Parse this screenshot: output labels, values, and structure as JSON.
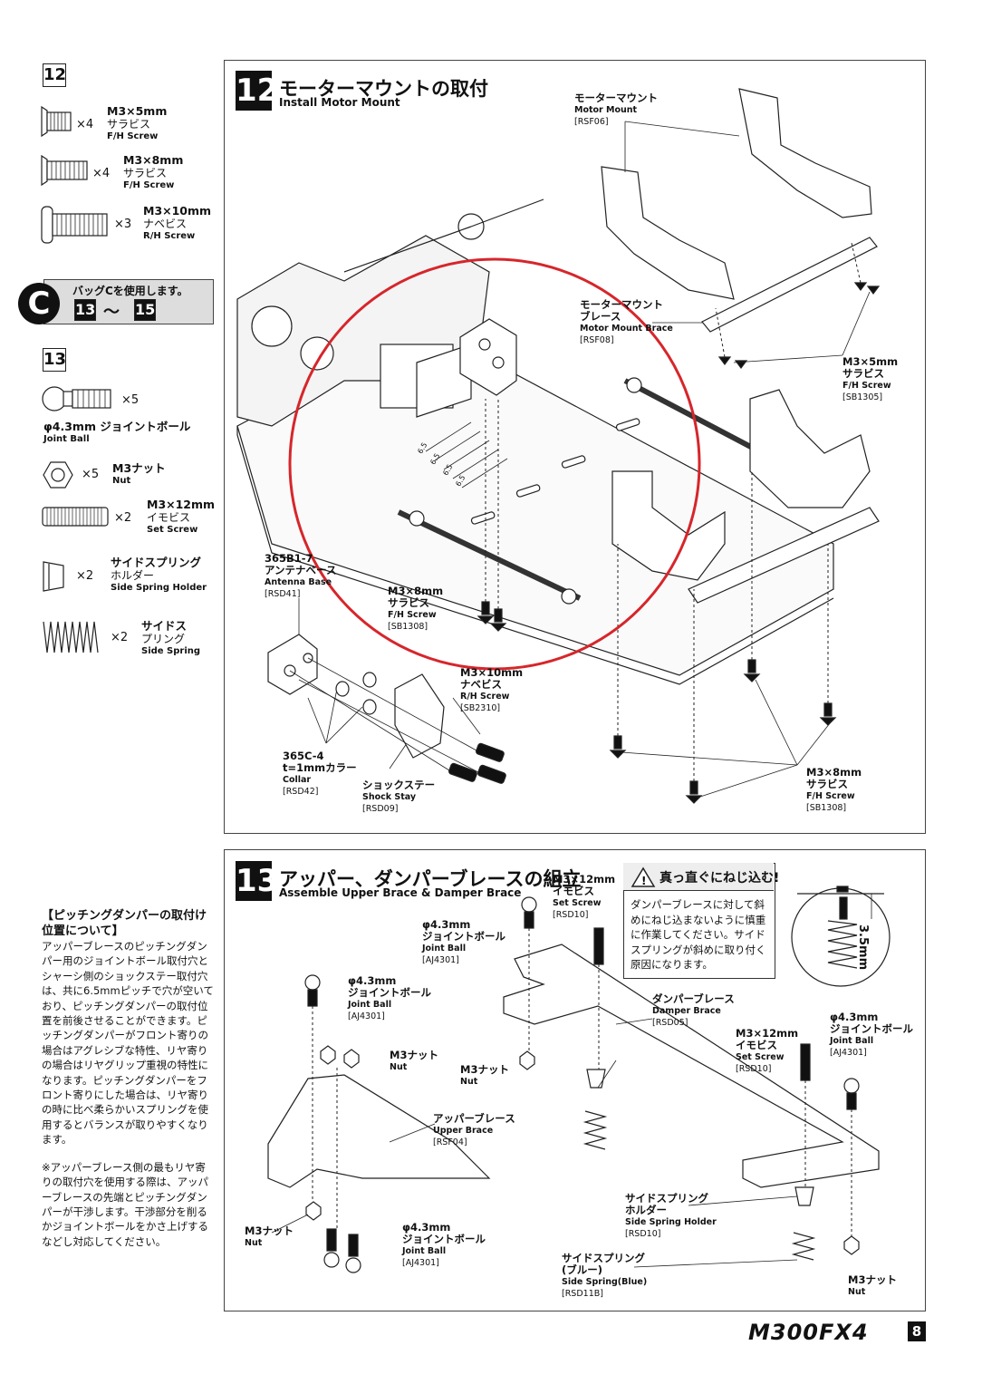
{
  "sidebar": {
    "step12_num": "12",
    "step13_num": "13",
    "parts12": [
      {
        "name": "M3×5mm",
        "jp": "サラビス",
        "en": "F/H Screw",
        "qty": "×4"
      },
      {
        "name": "M3×8mm",
        "jp": "サラビス",
        "en": "F/H Screw",
        "qty": "×4"
      },
      {
        "name": "M3×10mm",
        "jp": "ナベビス",
        "en": "R/H Screw",
        "qty": "×3"
      }
    ],
    "bag": {
      "letter": "C",
      "text": "バッグCを使用します。",
      "from": "13",
      "sep": "〜",
      "to": "15"
    },
    "parts13": [
      {
        "name": "φ4.3mm ジョイントボール",
        "en": "Joint Ball",
        "qty": "×5"
      },
      {
        "name": "M3ナット",
        "en": "Nut",
        "qty": "×5"
      },
      {
        "name": "M3×12mm",
        "jp": "イモビス",
        "en": "Set Screw",
        "qty": "×2"
      },
      {
        "name": "サイドスプリング",
        "jp": "ホルダー",
        "en": "Side Spring Holder",
        "qty": "×2"
      },
      {
        "name": "サイドス",
        "jp": "プリング",
        "en": "Side Spring",
        "qty": "×2"
      }
    ],
    "note": {
      "title": "【ピッチングダンパーの取付け位置について】",
      "body": "アッパーブレースのピッチングダンパー用のジョイントボール取付穴とシャーシ側のショックステー取付穴は、共に6.5mmピッチで穴が空いており、ピッチングダンパーの取付位置を前後させることができます。ピッチングダンパーがフロント寄りの場合はアグレシブな特性、リヤ寄りの場合はリヤグリップ重視の特性になります。ピッチングダンパーをフロント寄りにした場合は、リヤ寄りの時に比べ柔らかいスプリングを使用するとバランスが取りやすくなります。",
      "body2": "※アッパーブレース側の最もリヤ寄りの取付穴を使用する際は、アッパーブレースの先端とピッチングダンパーが干渉します。干渉部分を削るかジョイントボールをかさ上げするなどし対応してください。"
    }
  },
  "step12": {
    "num": "12",
    "title": "モーターマウントの取付",
    "subtitle": "Install Motor Mount",
    "labels": {
      "motor_mount": {
        "jp": "モーターマウント",
        "en": "Motor Mount",
        "code": "[RSF06]"
      },
      "motor_mount_brace": {
        "jp": "モーターマウント",
        "jp2": "ブレース",
        "en": "Motor Mount Brace",
        "code": "[RSF08]"
      },
      "m3x5": {
        "jp": "M3×5mm",
        "jp2": "サラビス",
        "en": "F/H Screw",
        "code": "[SB1305]"
      },
      "antenna": {
        "jp": "365B1-7",
        "jp2": "アンテナベース",
        "en": "Antenna Base",
        "code": "[RSD41]"
      },
      "m3x8_a": {
        "jp": "M3×8mm",
        "jp2": "サラビス",
        "en": "F/H Screw",
        "code": "[SB1308]"
      },
      "m3x10": {
        "jp": "M3×10mm",
        "jp2": "ナベビス",
        "en": "R/H Screw",
        "code": "[SB2310]"
      },
      "collar": {
        "jp": "365C-4",
        "jp2": "t=1mmカラー",
        "en": "Collar",
        "code": "[RSD42]"
      },
      "shock_stay": {
        "jp": "ショックステー",
        "en": "Shock Stay",
        "code": "[RSD09]"
      },
      "m3x8_b": {
        "jp": "M3×8mm",
        "jp2": "サラビス",
        "en": "F/H Screw",
        "code": "[SB1308]"
      }
    },
    "pitch": "6.5"
  },
  "step13": {
    "num": "13",
    "title": "アッパー、ダンパーブレースの組立",
    "subtitle": "Assemble Upper Brace & Damper Brace",
    "warning": {
      "head": "真っ直ぐにねじ込む!",
      "body": "ダンパーブレースに対して斜めにねじ込まないように慎重に作業してください。サイドスプリングが斜めに取り付く原因になります。"
    },
    "dim": "3.5mm",
    "labels": {
      "set_screw_a": {
        "jp": "M3×12mm",
        "jp2": "イモビス",
        "en": "Set Screw",
        "code": "[RSD10]"
      },
      "ball_a": {
        "jp": "φ4.3mm",
        "jp2": "ジョイントボール",
        "en": "Joint Ball",
        "code": "[AJ4301]"
      },
      "ball_b": {
        "jp": "φ4.3mm",
        "jp2": "ジョイントボール",
        "en": "Joint Ball",
        "code": "[AJ4301]"
      },
      "nut_a": {
        "jp": "M3ナット",
        "en": "Nut"
      },
      "nut_b": {
        "jp": "M3ナット",
        "en": "Nut"
      },
      "damper_brace": {
        "jp": "ダンパーブレース",
        "en": "Damper Brace",
        "code": "[RSD05]"
      },
      "set_screw_b": {
        "jp": "M3×12mm",
        "jp2": "イモビス",
        "en": "Set Screw",
        "code": "[RSD10]"
      },
      "ball_c": {
        "jp": "φ4.3mm",
        "jp2": "ジョイントボール",
        "en": "Joint Ball",
        "code": "[AJ4301]"
      },
      "upper_brace": {
        "jp": "アッパーブレース",
        "en": "Upper Brace",
        "code": "[RSF04]"
      },
      "nut_c": {
        "jp": "M3ナット",
        "en": "Nut"
      },
      "ball_d": {
        "jp": "φ4.3mm",
        "jp2": "ジョイントボール",
        "en": "Joint Ball",
        "code": "[AJ4301]"
      },
      "spring_holder": {
        "jp": "サイドスプリング",
        "jp2": "ホルダー",
        "en": "Side Spring Holder",
        "code": "[RSD10]"
      },
      "side_spring": {
        "jp": "サイドスプリング",
        "jp2": "(ブルー)",
        "en": "Side Spring(Blue)",
        "code": "[RSD11B]"
      },
      "nut_d": {
        "jp": "M3ナット",
        "en": "Nut"
      }
    }
  },
  "footer": {
    "logo": "M300FX4",
    "page": "8"
  }
}
